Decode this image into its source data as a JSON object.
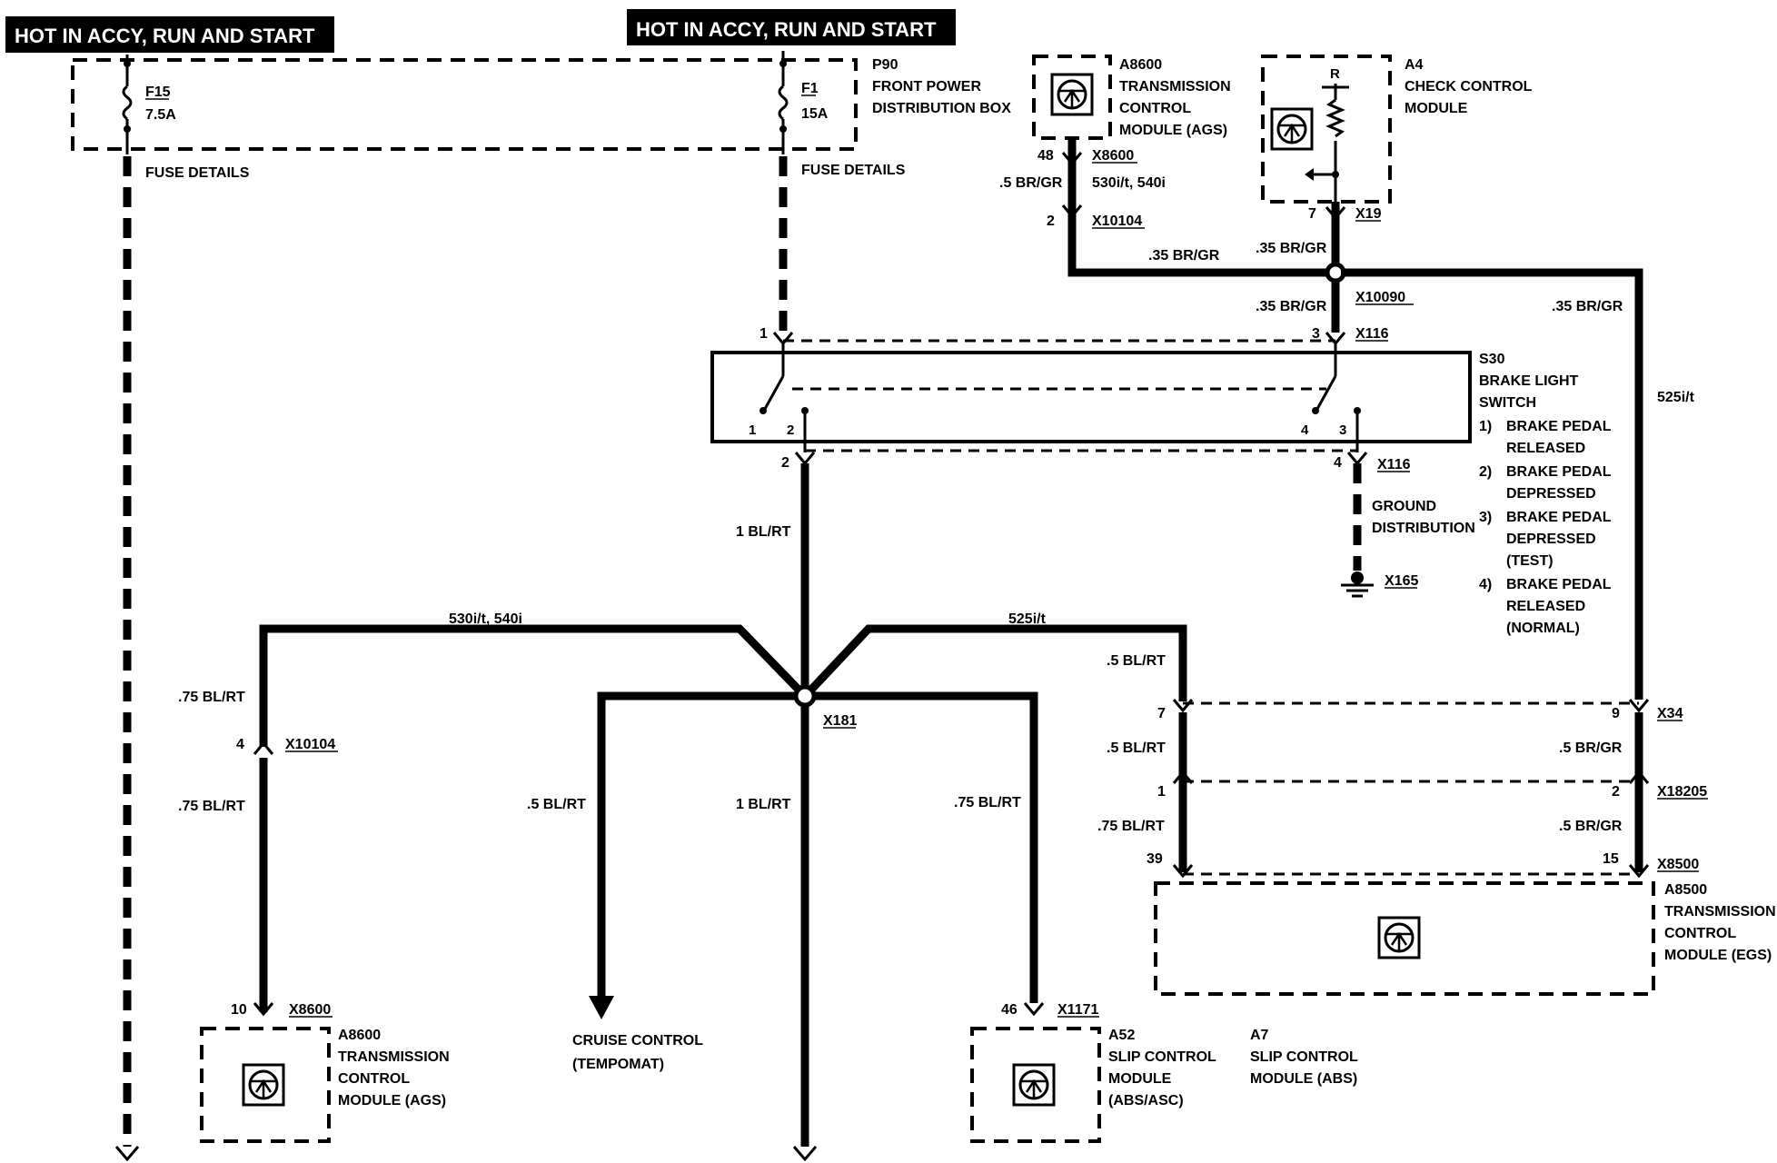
{
  "banners": {
    "left": "HOT IN ACCY, RUN AND START",
    "center": "HOT IN ACCY, RUN AND START"
  },
  "fuse_box": {
    "id": "P90",
    "name_line1": "FRONT POWER",
    "name_line2": "DISTRIBUTION BOX",
    "fuse_left_id": "F15",
    "fuse_left_rating": "7.5A",
    "fuse_right_id": "F1",
    "fuse_right_rating": "15A",
    "fuse_details_left": "FUSE DETAILS",
    "fuse_details_right": "FUSE DETAILS"
  },
  "ags_top": {
    "id": "A8600",
    "line1": "TRANSMISSION",
    "line2": "CONTROL",
    "line3": "MODULE (AGS)",
    "pin": "48",
    "connector": "X8600",
    "wire": ".5 BR/GR",
    "variant": "530i/t, 540i",
    "inline_pin": "2",
    "inline_connector": "X10104"
  },
  "check_control": {
    "id": "A4",
    "line1": "CHECK CONTROL",
    "line2": "MODULE",
    "r_label": "R",
    "pin": "7",
    "connector": "X19"
  },
  "splice_top": {
    "wire_left": ".35 BR/GR",
    "wire_up": ".35 BR/GR",
    "wire_down": ".35 BR/GR",
    "connector": "X10090",
    "wire_right": ".35 BR/GR",
    "variant_right": "525i/t"
  },
  "switch": {
    "id": "S30",
    "name_line1": "BRAKE LIGHT",
    "name_line2": "SWITCH",
    "pin_top_left": "1",
    "pin_top_right": "3",
    "connector_top": "X116",
    "inner_pin1": "1",
    "inner_pin2": "2",
    "inner_pin4": "4",
    "inner_pin3": "3",
    "pin_bottom_left": "2",
    "pin_bottom_right": "4",
    "connector_bottom": "X116",
    "notes": [
      {
        "n": "1)",
        "line1": "BRAKE PEDAL",
        "line2": "RELEASED",
        "line3": ""
      },
      {
        "n": "2)",
        "line1": "BRAKE PEDAL",
        "line2": "DEPRESSED",
        "line3": ""
      },
      {
        "n": "3)",
        "line1": "BRAKE PEDAL",
        "line2": "DEPRESSED",
        "line3": "(TEST)"
      },
      {
        "n": "4)",
        "line1": "BRAKE PEDAL",
        "line2": "RELEASED",
        "line3": "(NORMAL)"
      }
    ]
  },
  "ground": {
    "line1": "GROUND",
    "line2": "DISTRIBUTION",
    "connector": "X165"
  },
  "splice_bottom": {
    "wire_main": "1 BL/RT",
    "connector": "X181",
    "variant_left": "530i/t, 540i",
    "variant_right": "525i/t",
    "wire_down": "1 BL/RT",
    "wire_cruise": ".5 BL/RT",
    "wire_abs": ".75 BL/RT"
  },
  "ags_bottom": {
    "wire_top": ".75 BL/RT",
    "inline_pin": "4",
    "inline_connector": "X10104",
    "wire_bottom": ".75 BL/RT",
    "pin": "10",
    "connector": "X8600",
    "id": "A8600",
    "line1": "TRANSMISSION",
    "line2": "CONTROL",
    "line3": "MODULE (AGS)"
  },
  "cruise": {
    "line1": "CRUISE CONTROL",
    "line2": "(TEMPOMAT)"
  },
  "abs_module": {
    "pin": "46",
    "connector": "X1171",
    "id": "A52",
    "line1": "SLIP CONTROL",
    "line2": "MODULE",
    "line3": "(ABS/ASC)",
    "alt_id": "A7",
    "alt_line1": "SLIP CONTROL",
    "alt_line2": "MODULE (ABS)"
  },
  "egs": {
    "wire_a": ".5 BL/RT",
    "pin_a": "7",
    "pin_b": "9",
    "connector_a": "X34",
    "wire_b_left": ".5 BL/RT",
    "wire_b_right": ".5 BR/GR",
    "pin_c": "1",
    "pin_d": "2",
    "connector_b": "X18205",
    "wire_c_left": ".75 BL/RT",
    "wire_c_right": ".5 BR/GR",
    "pin_e": "39",
    "pin_f": "15",
    "connector_c": "X8500",
    "id": "A8500",
    "line1": "TRANSMISSION",
    "line2": "CONTROL",
    "line3": "MODULE (EGS)"
  }
}
